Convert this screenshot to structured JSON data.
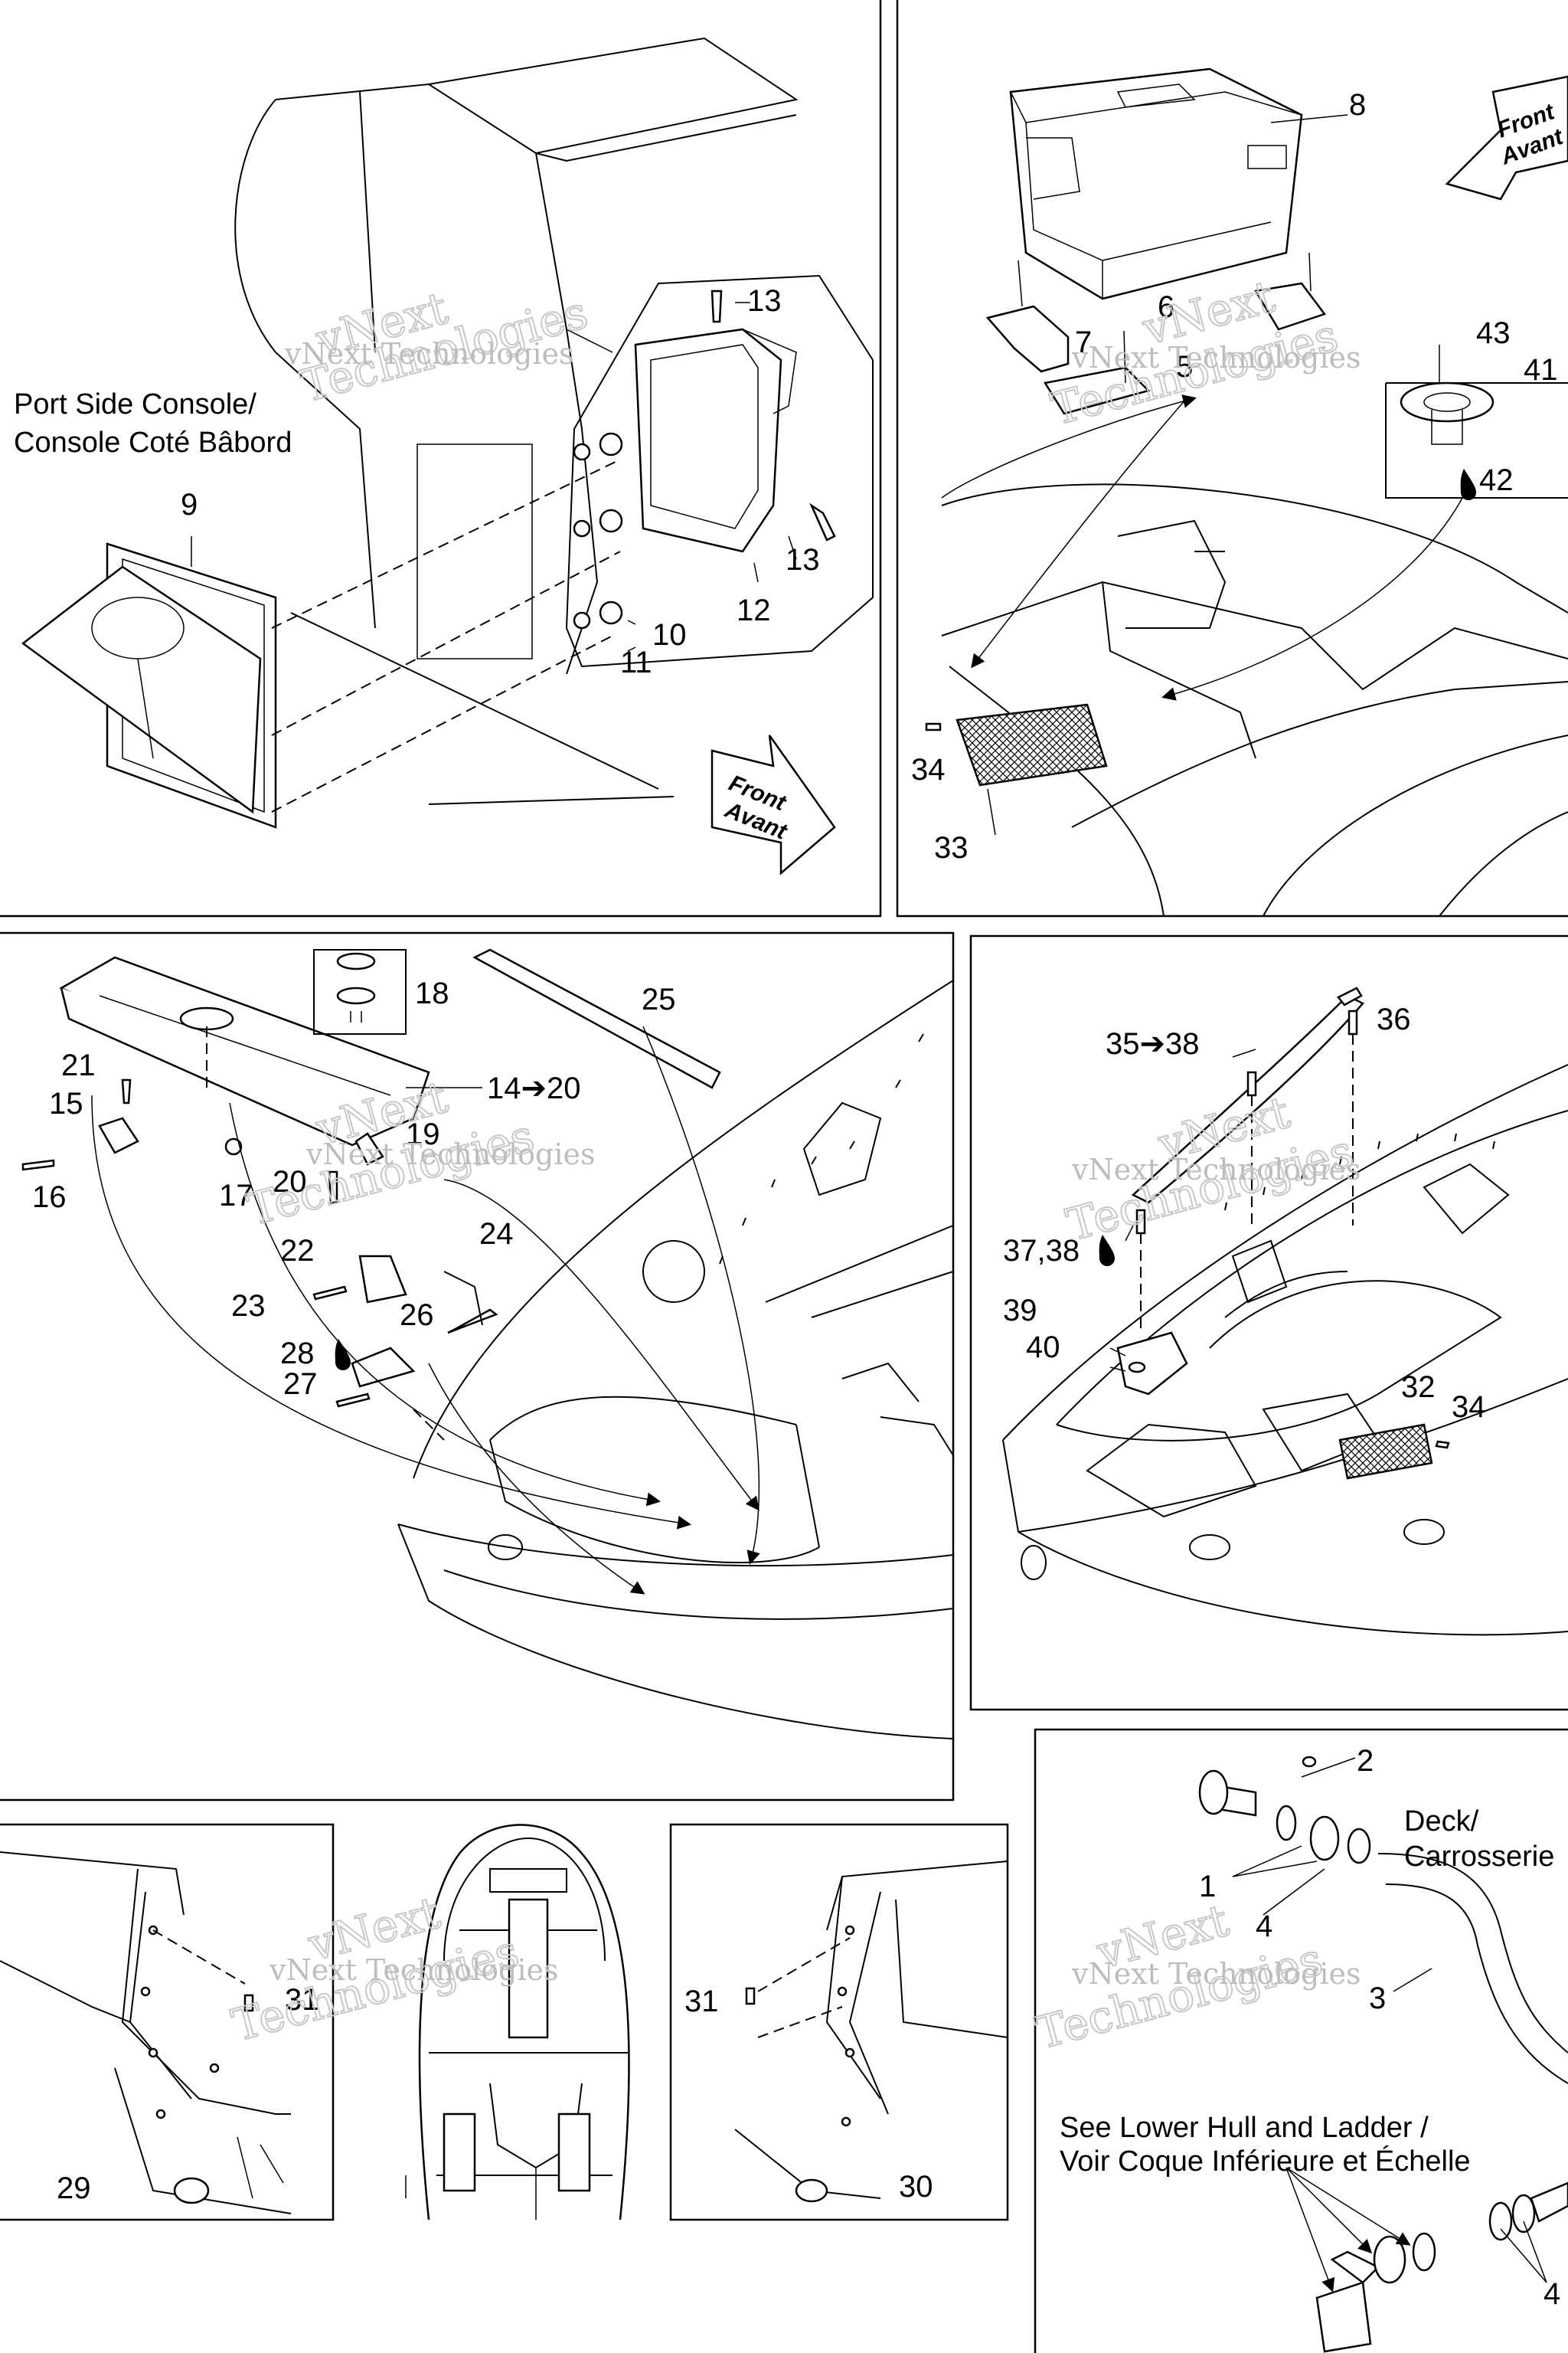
{
  "watermark": {
    "line1": "vNext Technologies",
    "outline1": "vNext",
    "outline2": "Technologies"
  },
  "panels": {
    "port_console": {
      "title_line1": "Port Side Console/",
      "title_line2": "Console Coté Bâbord",
      "labels": [
        "9",
        "13",
        "13",
        "12",
        "10",
        "11"
      ],
      "front_arrow": {
        "line1": "Front",
        "line2": "Avant"
      }
    },
    "cooler": {
      "labels": [
        "8",
        "6",
        "7",
        "5",
        "43",
        "41",
        "42",
        "34",
        "33"
      ],
      "front_arrow": {
        "line1": "Front",
        "line2": "Avant"
      }
    },
    "front_seat": {
      "labels": [
        "18",
        "25",
        "21",
        "15",
        "14➔20",
        "19",
        "16",
        "17",
        "20",
        "24",
        "22",
        "23",
        "26",
        "28",
        "27"
      ]
    },
    "bow": {
      "labels": [
        "36",
        "35➔38",
        "37,38",
        "39",
        "40",
        "32",
        "34"
      ]
    },
    "side_panels": {
      "labels": [
        "31",
        "29",
        "31",
        "30"
      ]
    },
    "deck_drain": {
      "deck_line1": "Deck/",
      "deck_line2": "Carrosserie",
      "see_line1": "See Lower Hull and Ladder /",
      "see_line2": "Voir Coque Inférieure et Échelle",
      "labels": [
        "2",
        "1",
        "4",
        "3",
        "4"
      ]
    }
  }
}
